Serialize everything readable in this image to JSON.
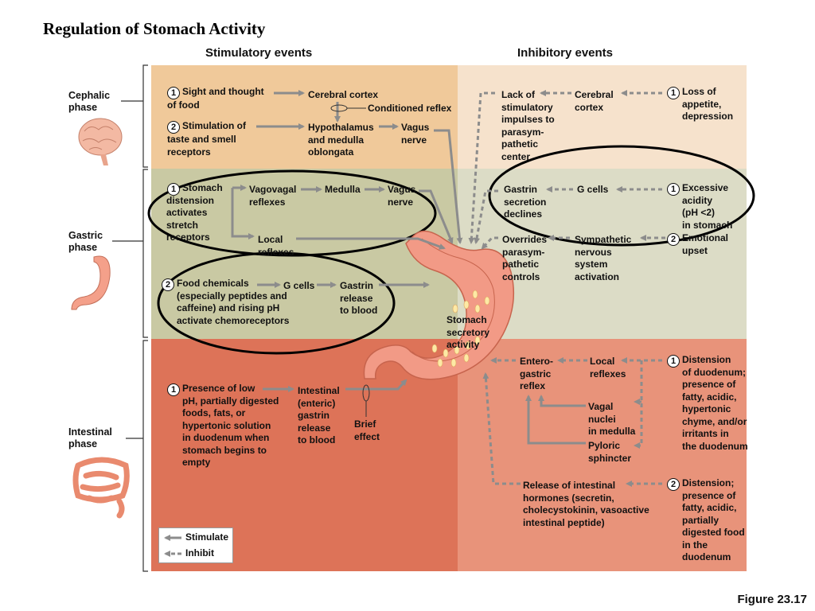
{
  "title": "Regulation of Stomach Activity",
  "column_headers": {
    "stimulatory": "Stimulatory events",
    "inhibitory": "Inhibitory events"
  },
  "phases": {
    "cephalic": "Cephalic\nphase",
    "gastric": "Gastric\nphase",
    "intestinal": "Intestinal\nphase"
  },
  "colors": {
    "cephalic_stim": "#f0c99a",
    "cephalic_inhib": "#f6e2cc",
    "gastric_stim": "#c9c9a3",
    "gastric_inhib": "#dcdcc6",
    "intestinal_stim": "#dd7358",
    "intestinal_inhib": "#e8937a",
    "arrow": "#8c8c8c"
  },
  "cephalic": {
    "stim1": {
      "num": "1",
      "text": "Sight and thought\nof food"
    },
    "cortex": "Cerebral cortex",
    "conditioned": "Conditioned reflex",
    "stim2": {
      "num": "2",
      "text": "Stimulation of\ntaste and smell\nreceptors"
    },
    "hypothalamus": "Hypothalamus\nand medulla\noblongata",
    "vagus": "Vagus\nnerve",
    "inhib1": {
      "num": "1",
      "text": "Loss of\nappetite,\ndepression"
    },
    "inhib_cortex": "Cerebral\ncortex",
    "lack": "Lack of\nstimulatory\nimpulses to\nparasym-\npathetic\ncenter"
  },
  "gastric": {
    "stim1": {
      "num": "1",
      "text": "Stomach\ndistension\nactivates\nstretch\nreceptors"
    },
    "vagovagal": "Vagovagal\nreflexes",
    "medulla": "Medulla",
    "vagus": "Vagus\nnerve",
    "local": "Local\nreflexes",
    "stim2": {
      "num": "2",
      "text": "Food chemicals\n(especially peptides and\ncaffeine) and rising pH\nactivate chemoreceptors"
    },
    "gcells": "G cells",
    "gastrin": "Gastrin\nrelease\nto blood",
    "inhib1": {
      "num": "1",
      "text": "Excessive\nacidity\n(pH <2)\nin stomach"
    },
    "inhib_gcells": "G cells",
    "gastrin_decline": "Gastrin\nsecretion\ndeclines",
    "inhib2": {
      "num": "2",
      "text": "Emotional\nupset"
    },
    "sympathetic": "Sympathetic\nnervous\nsystem\nactivation",
    "overrides": "Overrides\nparasym-\npathetic\ncontrols",
    "stomach": "Stomach\nsecretory\nactivity"
  },
  "intestinal": {
    "stim1": {
      "num": "1",
      "text": "Presence of low\npH, partially digested\nfoods, fats, or\nhypertonic solution\nin duodenum when\nstomach begins to\nempty"
    },
    "enteric": "Intestinal\n(enteric)\ngastrin\nrelease\nto blood",
    "brief": "Brief\neffect",
    "inhib1": {
      "num": "1",
      "text": "Distension\nof duodenum;\npresence of\nfatty, acidic,\nhypertonic\nchyme, and/or\nirritants in\nthe duodenum"
    },
    "local": "Local\nreflexes",
    "enterogastric": "Entero-\ngastric\nreflex",
    "vagal": "Vagal\nnuclei\nin medulla",
    "pyloric": "Pyloric\nsphincter",
    "inhib2": {
      "num": "2",
      "text": "Distension;\npresence of\nfatty, acidic,\npartially\ndigested food\nin the\nduodenum"
    },
    "hormones": "Release of intestinal\nhormones (secretin,\ncholecystokinin, vasoactive\nintestinal peptide)"
  },
  "legend": {
    "stimulate": "Stimulate",
    "inhibit": "Inhibit"
  },
  "figure_label": "Figure 23.17"
}
